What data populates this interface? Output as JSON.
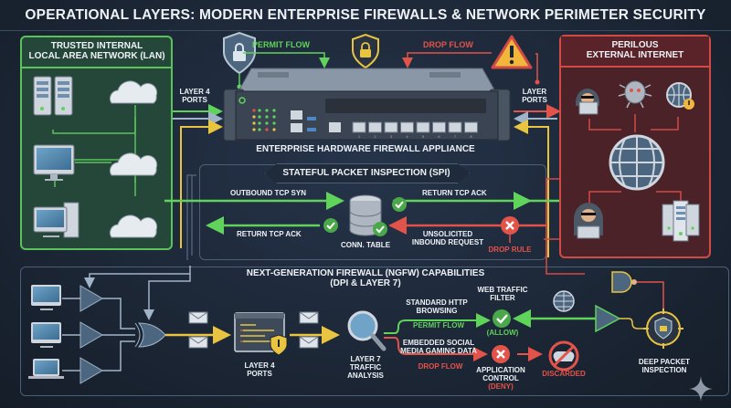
{
  "title": "OPERATIONAL LAYERS: MODERN ENTERPRISE FIREWALLS & NETWORK PERIMETER SECURITY",
  "colors": {
    "background": "#1b2634",
    "trusted": "#5ac35a",
    "danger": "#d24a44",
    "permit": "#5fd35a",
    "drop": "#e2534a",
    "ngfw_path": "#e8c441",
    "neutral_line": "#9fb4c8"
  },
  "lan_panel": {
    "title_line1": "TRUSTED INTERNAL",
    "title_line2": "LOCAL AREA NETWORK (LAN)",
    "devices": [
      "server-rack-icon",
      "desktop-monitor-icon",
      "desktop-pc-icon",
      "cloud-icon",
      "cloud-icon",
      "cloud-icon"
    ]
  },
  "internet_panel": {
    "title_line1": "PERILOUS",
    "title_line2": "EXTERNAL INTERNET",
    "devices": [
      "hacker-icon",
      "malware-bug-icon",
      "globe-warning-icon",
      "globe-icon",
      "hacker-icon",
      "server-rack-icon"
    ]
  },
  "top": {
    "permit_flow": "PERMIT FLOW",
    "drop_flow": "DROP FLOW",
    "layer4_left_line1": "LAYER 4",
    "layer4_left_line2": "PORTS",
    "layer4_right_line1": "LAYER",
    "layer4_right_line2": "PORTS"
  },
  "appliance": {
    "label": "ENTERPRISE HARDWARE FIREWALL APPLIANCE",
    "ports": [
      "1",
      "2",
      "3",
      "4",
      "5",
      "6",
      "7",
      "8"
    ]
  },
  "spi": {
    "title": "STATEFUL PACKET INSPECTION (SPI)",
    "outbound": "OUTBOUND TCP SYN",
    "return_right": "RETURN TCP ACK",
    "return_left": "RETURN TCP ACK",
    "conn_table": "CONN. TABLE",
    "unsolicited_line1": "UNSOLICITED",
    "unsolicited_line2": "INBOUND REQUEST",
    "drop_rule": "DROP RULE"
  },
  "ngfw": {
    "title_line1": "NEXT-GENERATION FIREWALL (NGFW) CAPABILITIES",
    "title_line2": "(DPI & LAYER 7)",
    "layer4_line1": "LAYER 4",
    "layer4_line2": "PORTS",
    "layer7_line1": "LAYER 7",
    "layer7_line2": "TRAFFIC",
    "layer7_line3": "ANALYSIS",
    "http_line1": "STANDARD HTTP",
    "http_line2": "BROWSING",
    "permit_flow": "PERMIT FLOW",
    "web_filter_line1": "WEB TRAFFIC",
    "web_filter_line2": "FILTER",
    "allow": "(ALLOW)",
    "social_line1": "EMBEDDED SOCIAL",
    "social_line2": "MEDIA GAMING DATA",
    "drop_flow": "DROP FLOW",
    "app_control_line1": "APPLICATION",
    "app_control_line2": "CONTROL",
    "deny": "(DENY)",
    "discarded": "DISCARDED",
    "dpi_line1": "DEEP PACKET",
    "dpi_line2": "INSPECTION"
  }
}
